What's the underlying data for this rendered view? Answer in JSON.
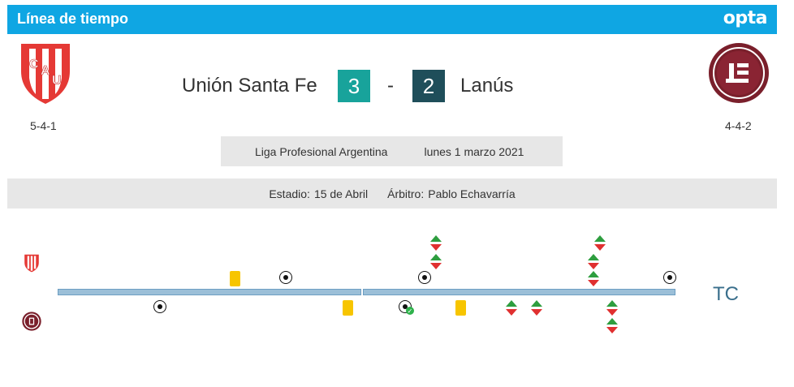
{
  "header": {
    "title": "Línea de tiempo",
    "brand": "opta"
  },
  "match": {
    "home": {
      "name": "Unión Santa Fe",
      "score": "3",
      "formation": "5-4-1",
      "score_color": "#18a39b"
    },
    "away": {
      "name": "Lanús",
      "score": "2",
      "formation": "4-4-2",
      "score_color": "#1f4e5a"
    },
    "separator": "-"
  },
  "info": {
    "league": "Liga Profesional Argentina",
    "date": "lunes 1 marzo 2021",
    "stadium_label": "Estadio:",
    "stadium": "15 de Abril",
    "referee_label": "Árbitro:",
    "referee": "Pablo Echavarría"
  },
  "timeline": {
    "end_label": "TC",
    "home_events": [
      "yellow-card",
      "goal",
      "goal",
      "substitution",
      "substitution",
      "substitution",
      "substitution",
      "substitution",
      "goal"
    ],
    "away_events": [
      "goal",
      "yellow-card",
      "own-goal",
      "yellow-card",
      "substitution",
      "substitution",
      "substitution",
      "substitution"
    ]
  },
  "icons": {
    "home_crest": "union-santa-fe-crest-icon",
    "away_crest": "lanus-crest-icon",
    "goal": "soccer-ball-icon",
    "card": "yellow-card-icon",
    "sub": "substitution-arrows-icon"
  }
}
